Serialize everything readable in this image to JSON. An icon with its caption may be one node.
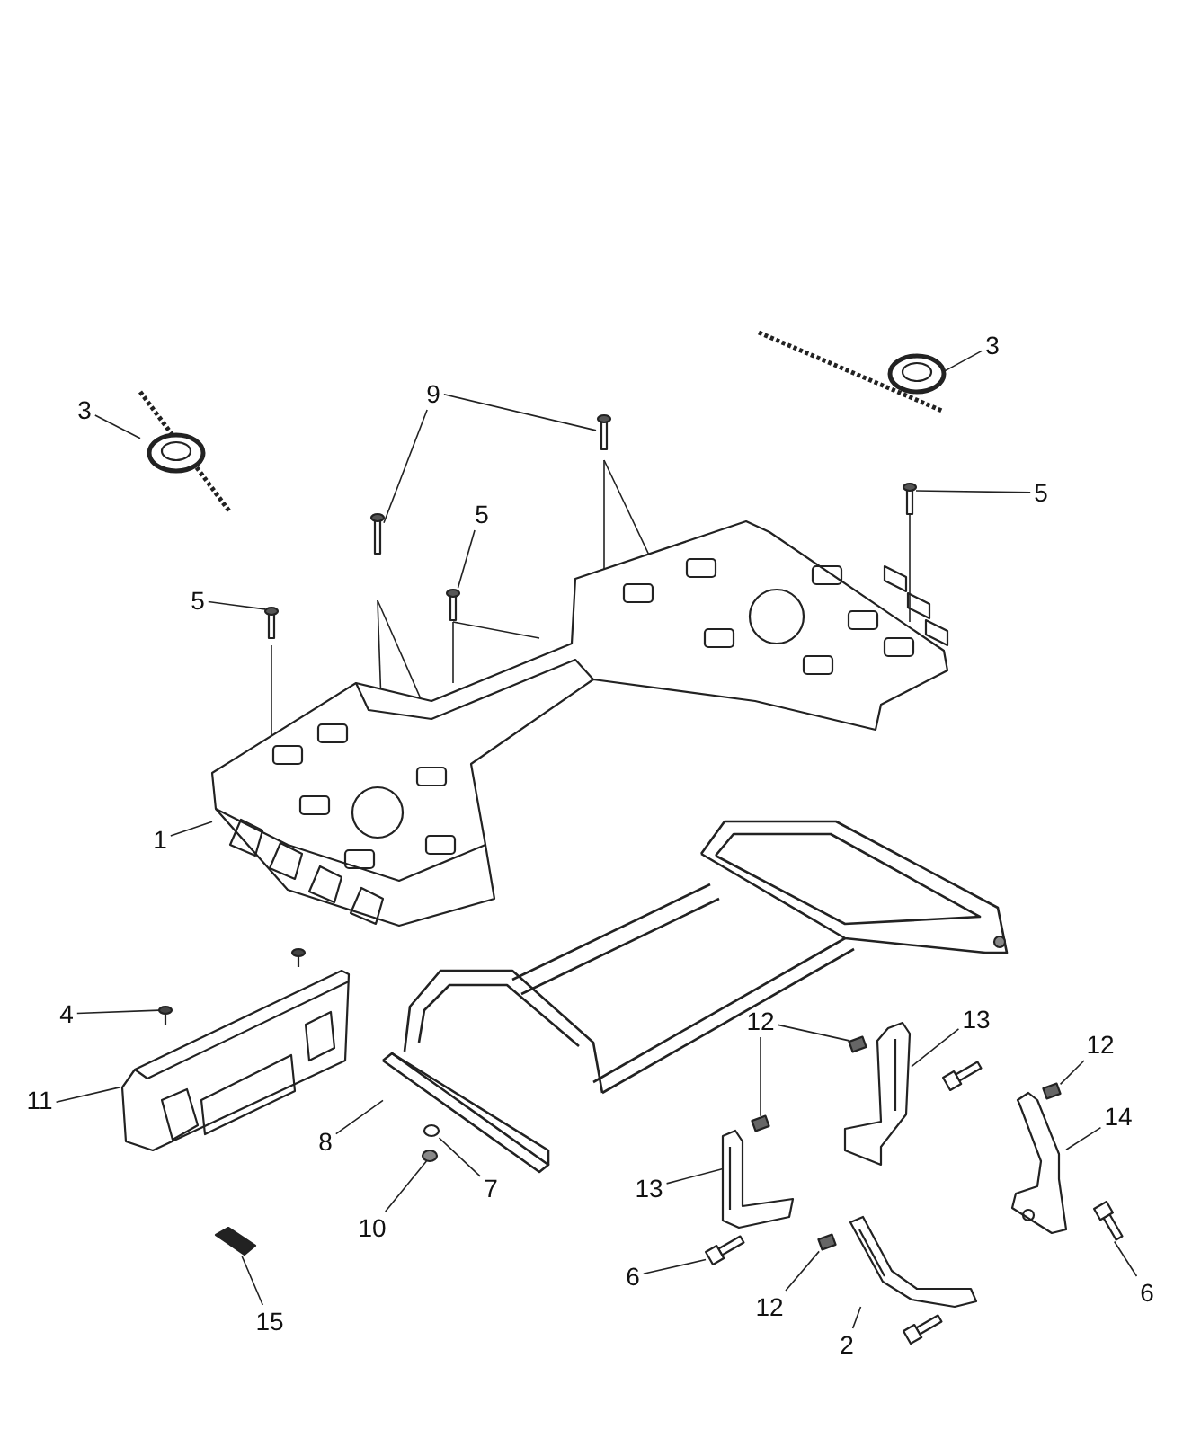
{
  "diagram": {
    "nodes": [
      {
        "text": [
          "3"
        ]
      },
      {
        "text": [
          "9"
        ]
      },
      {
        "text": [
          "3"
        ]
      },
      {
        "text": [
          "5"
        ]
      },
      {
        "text": [
          "5"
        ]
      },
      {
        "text": [
          "5"
        ]
      },
      {
        "text": [
          "1"
        ]
      },
      {
        "text": [
          "4"
        ]
      },
      {
        "text": [
          "12"
        ]
      },
      {
        "text": [
          "13"
        ]
      },
      {
        "text": [
          "12"
        ]
      },
      {
        "text": [
          "11"
        ]
      },
      {
        "text": [
          "14"
        ]
      },
      {
        "text": [
          "8"
        ]
      },
      {
        "text": [
          "13"
        ]
      },
      {
        "text": [
          "7"
        ]
      },
      {
        "text": [
          "10"
        ]
      },
      {
        "text": [
          "6"
        ]
      },
      {
        "text": [
          "6"
        ]
      },
      {
        "text": [
          "12"
        ]
      },
      {
        "text": [
          "15"
        ]
      },
      {
        "text": [
          "2"
        ]
      },
      {
        "text": [],
        "shape": "picture"
      },
      {
        "text": [],
        "shape": "picture"
      },
      {
        "text": [],
        "shape": "picture"
      },
      {
        "text": [],
        "shape": "picture"
      },
      {
        "text": [],
        "shape": "picture"
      },
      {
        "text": [],
        "shape": "picture"
      },
      {
        "text": [],
        "shape": "picture"
      },
      {
        "text": [],
        "shape": "picture"
      },
      {
        "text": [],
        "shape": "picture"
      },
      {
        "text": [],
        "shape": "box"
      },
      {
        "text": [],
        "shape": "picture"
      },
      {
        "text": [],
        "shape": "box"
      },
      {
        "text": [],
        "shape": "picture"
      },
      {
        "text": [],
        "shape": "box"
      },
      {
        "text": [],
        "shape": "picture"
      },
      {
        "text": [],
        "shape": "picture"
      },
      {
        "text": [],
        "shape": "picture"
      },
      {
        "text": [],
        "shape": "circle"
      },
      {
        "text": [],
        "shape": "circle"
      },
      {
        "text": [],
        "shape": "picture"
      },
      {
        "text": [],
        "shape": "picture"
      },
      {
        "text": [],
        "shape": "box"
      },
      {
        "text": [],
        "shape": "picture"
      },
      {
        "text": [],
        "shape": "picture"
      }
    ],
    "edges": [
      {
        "from": 0,
        "to": 22,
        "arrow": "none"
      },
      {
        "from": 1,
        "to": 24,
        "arrow": "none"
      },
      {
        "from": 1,
        "to": 25,
        "arrow": "none"
      },
      {
        "from": 2,
        "to": 23,
        "arrow": "none"
      },
      {
        "from": 3,
        "to": 28,
        "arrow": "none"
      },
      {
        "from": 4,
        "to": 26,
        "arrow": "none"
      },
      {
        "from": 5,
        "to": 27,
        "arrow": "none"
      },
      {
        "from": 6,
        "to": 29,
        "arrow": "none"
      },
      {
        "from": 7,
        "to": 30,
        "arrow": "none"
      },
      {
        "from": 8,
        "to": 31,
        "arrow": "none"
      },
      {
        "from": 8,
        "to": 35,
        "arrow": "none"
      },
      {
        "from": 9,
        "to": 32,
        "arrow": "none"
      },
      {
        "from": 10,
        "to": 33,
        "arrow": "none"
      },
      {
        "from": 11,
        "to": 34,
        "arrow": "none"
      },
      {
        "from": 12,
        "to": 36,
        "arrow": "none"
      },
      {
        "from": 13,
        "to": 37,
        "arrow": "none"
      },
      {
        "from": 14,
        "to": 38,
        "arrow": "none"
      },
      {
        "from": 15,
        "to": 39,
        "arrow": "none"
      },
      {
        "from": 16,
        "to": 40,
        "arrow": "none"
      },
      {
        "from": 17,
        "to": 41,
        "arrow": "none"
      },
      {
        "from": 18,
        "to": 42,
        "arrow": "none"
      },
      {
        "from": 19,
        "to": 43,
        "arrow": "none"
      },
      {
        "from": 20,
        "to": 44,
        "arrow": "none"
      },
      {
        "from": 21,
        "to": 45,
        "arrow": "none"
      }
    ]
  }
}
